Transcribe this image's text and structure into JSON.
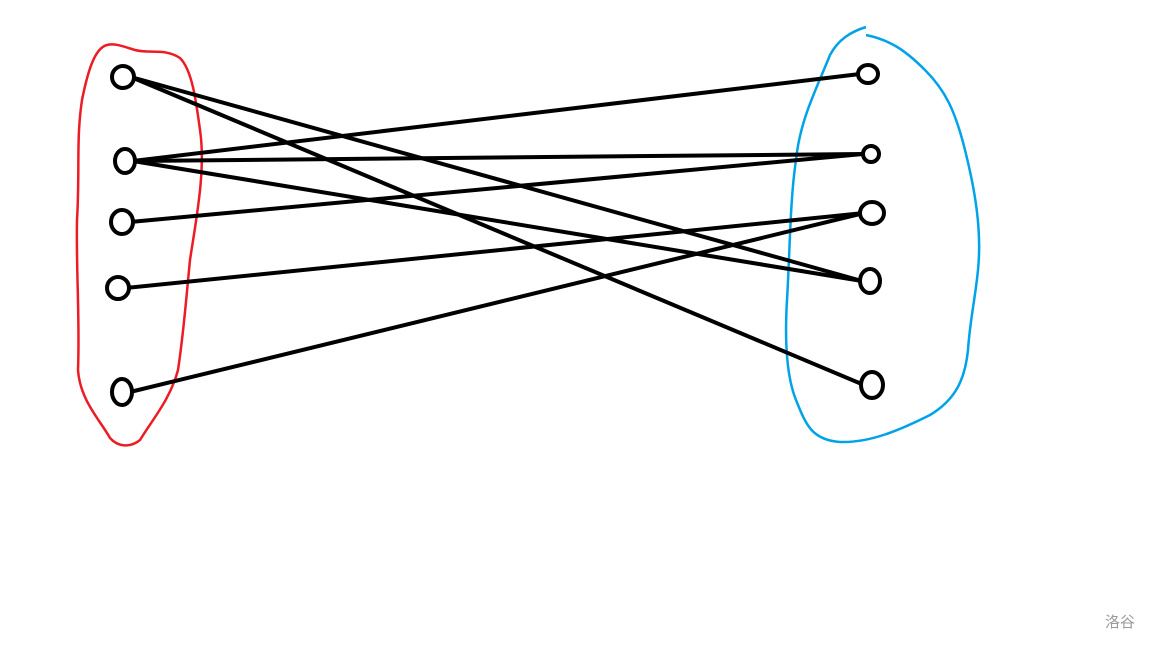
{
  "graph": {
    "left_set": {
      "nodes": [
        "L1",
        "L2",
        "L3",
        "L4",
        "L5"
      ],
      "outline_color": "#ed1c24"
    },
    "right_set": {
      "nodes": [
        "R1",
        "R2",
        "R3",
        "R4",
        "R5"
      ],
      "outline_color": "#00a2e8"
    },
    "edge_color": "#000000",
    "edges": [
      [
        "L1",
        "R4"
      ],
      [
        "L1",
        "R5"
      ],
      [
        "L2",
        "R1"
      ],
      [
        "L2",
        "R2"
      ],
      [
        "L2",
        "R4"
      ],
      [
        "L3",
        "R2"
      ],
      [
        "L4",
        "R3"
      ],
      [
        "L5",
        "R3"
      ]
    ]
  },
  "watermark": "洛谷"
}
